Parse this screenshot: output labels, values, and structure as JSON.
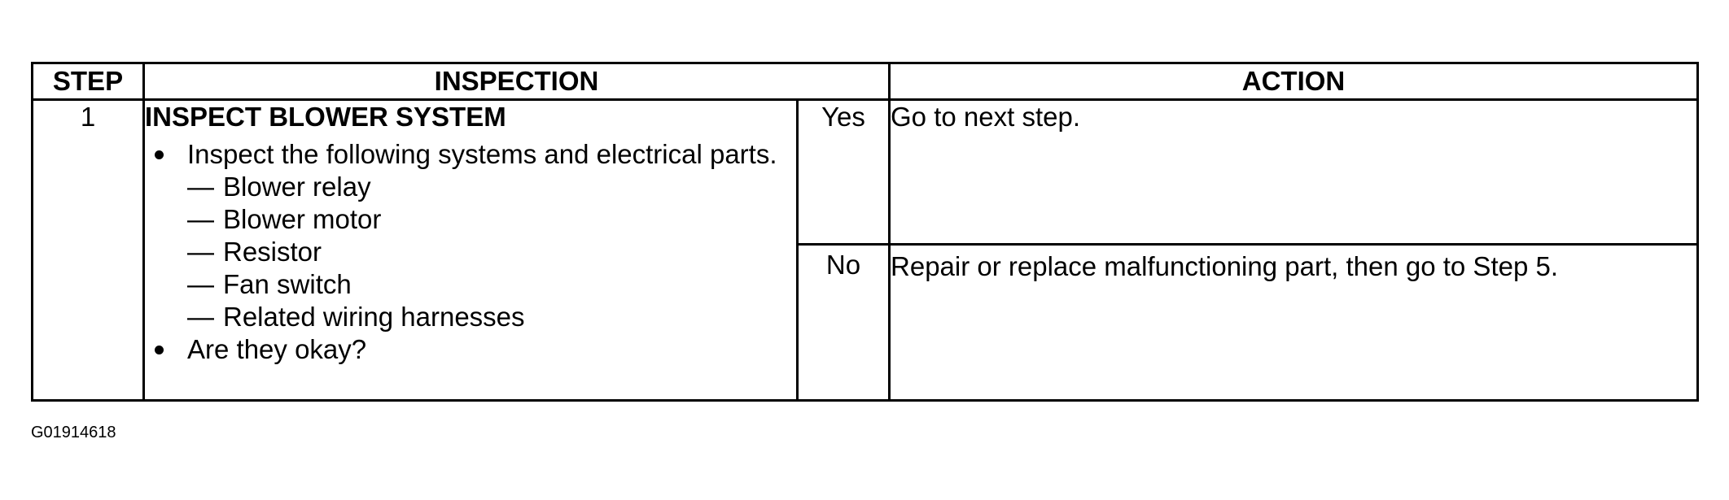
{
  "table": {
    "headers": {
      "step": "STEP",
      "inspection": "INSPECTION",
      "action": "ACTION"
    },
    "rows": [
      {
        "step": "1",
        "inspection_title": "INSPECT BLOWER SYSTEM",
        "bullets": [
          {
            "text": "Inspect the following systems and electrical parts.",
            "sub_items": [
              "Blower relay",
              "Blower motor",
              "Resistor",
              "Fan switch",
              "Related wiring harnesses"
            ]
          },
          {
            "text": "Are they okay?"
          }
        ],
        "outcomes": [
          {
            "answer": "Yes",
            "action": "Go to next step."
          },
          {
            "answer": "No",
            "action": "Repair or replace malfunctioning part, then go to Step 5."
          }
        ]
      }
    ]
  },
  "sub_item_prefix": "—",
  "figure_id": "G01914618"
}
